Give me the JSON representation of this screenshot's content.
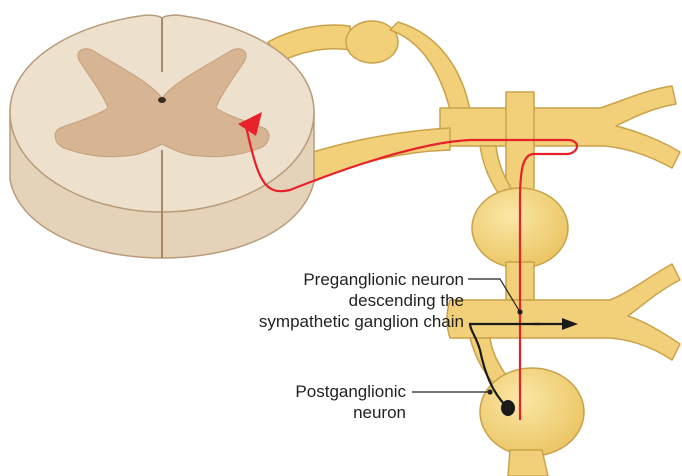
{
  "labels": {
    "preganglionic": [
      "Preganglionic neuron",
      "descending the",
      "sympathetic ganglion chain"
    ],
    "postganglionic": [
      "Postganglionic",
      "neuron"
    ]
  },
  "colors": {
    "background": "#ffffff",
    "nerve_fill": "#f2d07a",
    "nerve_outline": "#c9a24a",
    "white_matter": "#ede0cd",
    "gray_matter": "#d7b492",
    "cord_side": "#e4d3b8",
    "preganglionic_neuron": "#e8202a",
    "postganglionic_neuron": "#1a1a1a",
    "leader_line": "#231f20"
  }
}
